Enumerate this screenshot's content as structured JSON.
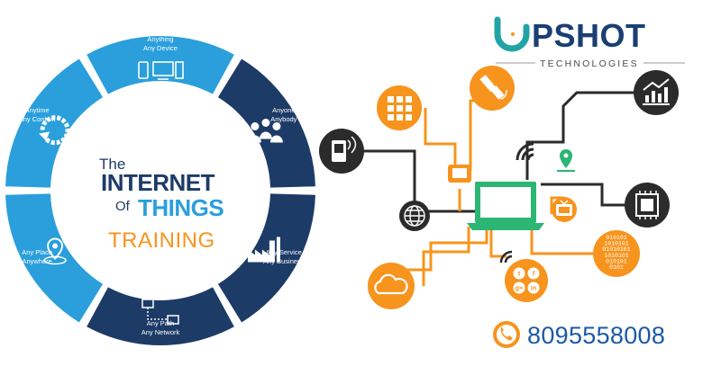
{
  "wheel": {
    "segments": [
      {
        "line1": "Anything",
        "line2": "Any Device",
        "icon": "devices-icon"
      },
      {
        "line1": "Anyone",
        "line2": "Anybody",
        "icon": "people-icon"
      },
      {
        "line1": "Any Service",
        "line2": "Any Business",
        "icon": "factory-icon"
      },
      {
        "line1": "Any Path",
        "line2": "Any Network",
        "icon": "network-icon"
      },
      {
        "line1": "Any Place",
        "line2": "Anywhere",
        "icon": "location-pin-icon"
      },
      {
        "line1": "Anytime",
        "line2": "Any Context",
        "icon": "refresh-icon"
      }
    ],
    "colors": {
      "light": "#2a9fdc",
      "dark": "#1d3b67"
    }
  },
  "title": {
    "the": "The",
    "internet": "INTERNET",
    "of": "Of",
    "things": "THINGS",
    "training": "TRAINING"
  },
  "brand": {
    "name": "PSHOT",
    "subtitle": "TECHNOLOGIES",
    "colors": {
      "teal": "#22a4a6",
      "navy": "#1b3f73"
    }
  },
  "contact": {
    "phone": "8095558008",
    "icon": "phone-icon"
  },
  "iot_nodes": [
    {
      "icon": "grid-icon",
      "color": "#f7941d"
    },
    {
      "icon": "satellite-icon",
      "color": "#f7941d"
    },
    {
      "icon": "chart-icon",
      "color": "#2b2b2b"
    },
    {
      "icon": "mobile-signal-icon",
      "color": "#2b2b2b"
    },
    {
      "icon": "location-icon",
      "color": "#2bb673"
    },
    {
      "icon": "wifi-icon",
      "color": "#2b2b2b"
    },
    {
      "icon": "laptop-icon",
      "color": "#2bb673"
    },
    {
      "icon": "globe-icon",
      "color": "#2b2b2b"
    },
    {
      "icon": "chip-icon",
      "color": "#2b2b2b"
    },
    {
      "icon": "tv-icon",
      "color": "#f7941d"
    },
    {
      "icon": "binary-icon",
      "color": "#f7941d"
    },
    {
      "icon": "cloud-icon",
      "color": "#f7941d"
    },
    {
      "icon": "social-icon",
      "color": "#f7941d"
    }
  ],
  "binary_text": [
    "010101",
    "1010101",
    "01010101",
    "1010101",
    "010101",
    "0101"
  ],
  "social_glyphs": [
    "t",
    "f",
    "g+",
    "in"
  ]
}
